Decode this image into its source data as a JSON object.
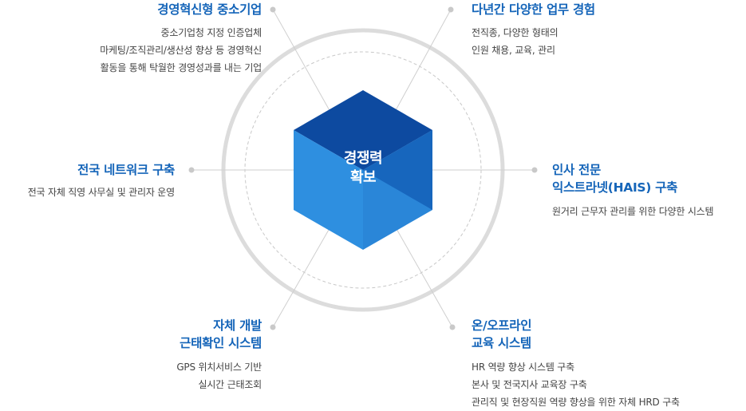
{
  "center": {
    "line1": "경쟁력",
    "line2": "확보"
  },
  "colors": {
    "title": "#1565b9",
    "text": "#444444",
    "cube_top": "#0d4aa0",
    "cube_left": "#2d8fe0",
    "cube_right": "#1a6fc4",
    "ring": "#d9d9d9"
  },
  "nodes": [
    {
      "id": "top-left",
      "title": [
        "경영혁신형 중소기업"
      ],
      "desc": [
        "중소기업청 지정 인증업체",
        "마케팅/조직관리/생산성 향상 등 경영혁신",
        "활동을 통해 탁월한 경영성과를 내는 기업"
      ]
    },
    {
      "id": "top-right",
      "title": [
        "다년간 다양한 업무 경험"
      ],
      "desc": [
        "전직종, 다양한 형태의",
        "인원 채용, 교육, 관리"
      ]
    },
    {
      "id": "mid-left",
      "title": [
        "전국 네트워크 구축"
      ],
      "desc": [
        "전국 자체 직영 사무실 및 관리자 운영"
      ]
    },
    {
      "id": "mid-right",
      "title": [
        "인사 전문",
        "익스트라넷(HAIS) 구축"
      ],
      "desc": [
        "원거리 근무자 관리를 위한 다양한 시스템"
      ]
    },
    {
      "id": "bottom-left",
      "title": [
        "자체 개발",
        "근태확인 시스템"
      ],
      "desc": [
        "GPS 위치서비스 기반",
        "실시간 근태조회"
      ]
    },
    {
      "id": "bottom-right",
      "title": [
        "온/오프라인",
        "교육 시스템"
      ],
      "desc": [
        "HR 역량 향상 시스템 구축",
        "본사 및 전국지사 교육장 구축",
        "관리직 및 현장직원 역량 향상을 위한 자체 HRD 구축"
      ]
    }
  ]
}
